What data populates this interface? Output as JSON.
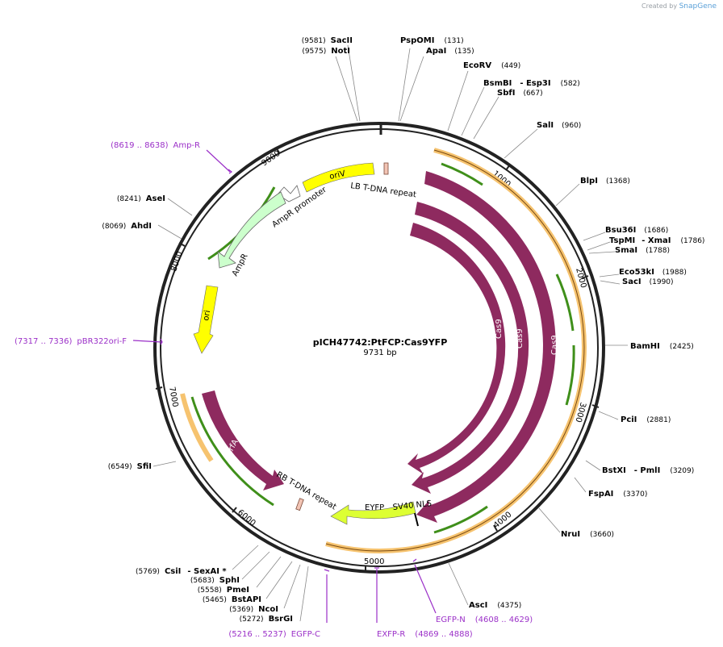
{
  "credit": {
    "prefix": "Created by",
    "brand": "SnapGene"
  },
  "plasmid": {
    "name": "pICH47742:PtFCP:Cas9YFP",
    "size_label": "9731 bp",
    "length": 9731
  },
  "ticks": [
    "1000",
    "2000",
    "3000",
    "4000",
    "5000",
    "6000",
    "7000",
    "8000",
    "9000"
  ],
  "sites": [
    {
      "name": "SacII",
      "pos": "(9581)"
    },
    {
      "name": "NotI",
      "pos": "(9575)"
    },
    {
      "name": "PspOMI",
      "pos": "(131)"
    },
    {
      "name": "ApaI",
      "pos": "(135)"
    },
    {
      "name": "EcoRV",
      "pos": "(449)"
    },
    {
      "name": "BsmBI",
      "pos": "(582)",
      "name2": "- Esp3I"
    },
    {
      "name": "SbfI",
      "pos": "(667)"
    },
    {
      "name": "SalI",
      "pos": "(960)"
    },
    {
      "name": "BlpI",
      "pos": "(1368)"
    },
    {
      "name": "Bsu36I",
      "pos": "(1686)"
    },
    {
      "name": "TspMI",
      "pos": "(1786)",
      "name2": "- XmaI"
    },
    {
      "name": "SmaI",
      "pos": "(1788)"
    },
    {
      "name": "Eco53kI",
      "pos": "(1988)"
    },
    {
      "name": "SacI",
      "pos": "(1990)"
    },
    {
      "name": "BamHI",
      "pos": "(2425)"
    },
    {
      "name": "PciI",
      "pos": "(2881)"
    },
    {
      "name": "BstXI",
      "pos": "(3209)",
      "name2": "- PmlI"
    },
    {
      "name": "FspAI",
      "pos": "(3370)"
    },
    {
      "name": "NruI",
      "pos": "(3660)"
    },
    {
      "name": "AscI",
      "pos": "(4375)"
    },
    {
      "name": "BsrGI",
      "pos": "(5272)"
    },
    {
      "name": "NcoI",
      "pos": "(5369)"
    },
    {
      "name": "BstAPI",
      "pos": "(5465)"
    },
    {
      "name": "PmeI",
      "pos": "(5558)"
    },
    {
      "name": "SphI",
      "pos": "(5683)"
    },
    {
      "name": "CsiI",
      "pos": "(5769)",
      "name2": "- SexAI *"
    },
    {
      "name": "SfiI",
      "pos": "(6549)"
    },
    {
      "name": "AhdI",
      "pos": "(8069)"
    },
    {
      "name": "AseI",
      "pos": "(8241)"
    }
  ],
  "primers": [
    {
      "name": "Amp-R",
      "range": "(8619 .. 8638)"
    },
    {
      "name": "pBR322ori-F",
      "range": "(7317 .. 7336)"
    },
    {
      "name": "EGFP-C",
      "range": "(5216 .. 5237)"
    },
    {
      "name": "EXFP-R",
      "range": "(4869 .. 4888)"
    },
    {
      "name": "EGFP-N",
      "range": "(4608 .. 4629)"
    }
  ],
  "features": {
    "oriV": "oriV",
    "lb": "LB T-DNA repeat",
    "ampr_promoter": "AmpR promoter",
    "ampr": "AmpR",
    "ori": "ori",
    "cas9_a": "Cas9",
    "cas9_b": "Cas9",
    "cas9_c": "Cas9",
    "trfa": "trfA",
    "rb": "RB T-DNA repeat",
    "eyfp": "EYFP",
    "sv40": "SV40 NLS"
  },
  "colors": {
    "backbone": "#222222",
    "cas9": "#8e2a5f",
    "orange": "#f6c36f",
    "green": "#3f8f1a",
    "yellow": "#ffff00",
    "ampr": "#ccffcc",
    "eyfp": "#ddff33",
    "primer": "#9b30c8",
    "repeat": "#f2c4b4"
  }
}
